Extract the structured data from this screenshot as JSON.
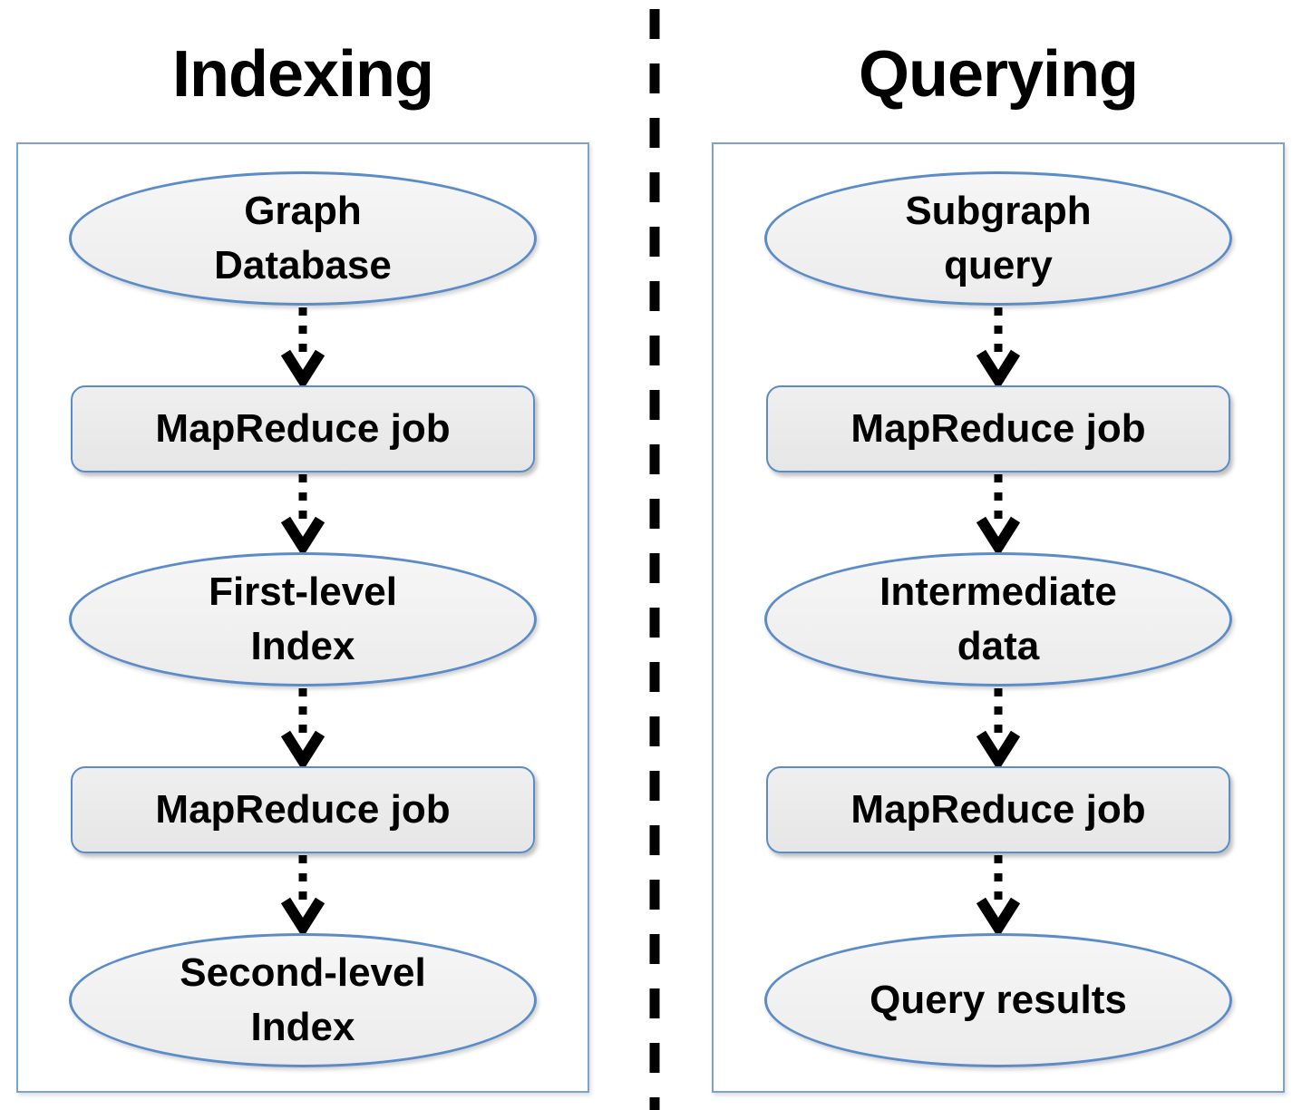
{
  "diagram": {
    "columns": [
      {
        "title": "Indexing",
        "nodes": [
          {
            "shape": "ellipse",
            "lines": [
              "Graph",
              "Database"
            ]
          },
          {
            "shape": "rect",
            "lines": [
              "MapReduce job"
            ]
          },
          {
            "shape": "ellipse",
            "lines": [
              "First-level",
              "Index"
            ]
          },
          {
            "shape": "rect",
            "lines": [
              "MapReduce job"
            ]
          },
          {
            "shape": "ellipse",
            "lines": [
              "Second-level",
              "Index"
            ]
          }
        ]
      },
      {
        "title": "Querying",
        "nodes": [
          {
            "shape": "ellipse",
            "lines": [
              "Subgraph",
              "query"
            ]
          },
          {
            "shape": "rect",
            "lines": [
              "MapReduce job"
            ]
          },
          {
            "shape": "ellipse",
            "lines": [
              "Intermediate",
              "data"
            ]
          },
          {
            "shape": "rect",
            "lines": [
              "MapReduce job"
            ]
          },
          {
            "shape": "ellipse",
            "lines": [
              "Query results"
            ]
          }
        ]
      }
    ],
    "colors": {
      "node_border": "#5b8cc9",
      "container_border": "#7da2cf",
      "ellipse_fill_top": "#f6f6f6",
      "ellipse_fill_bottom": "#ececec",
      "rect_fill_top": "#efefef",
      "rect_fill_bottom": "#e6e6e6",
      "ink": "#000000"
    }
  }
}
